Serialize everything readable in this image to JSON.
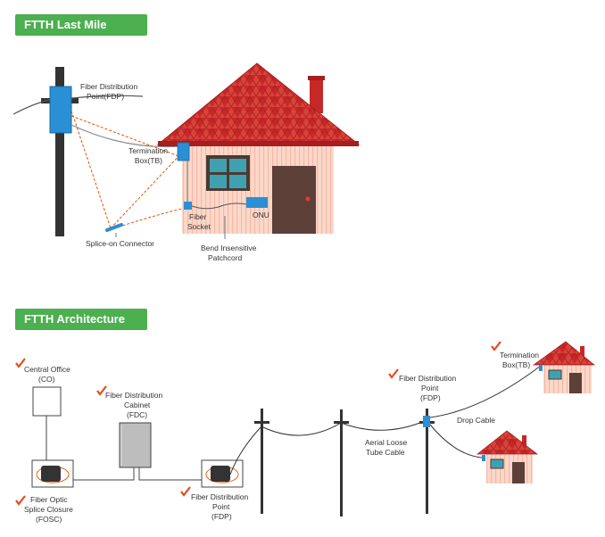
{
  "sections": {
    "last_mile_title": "FTTH Last Mile Design",
    "architecture_title": "FTTH Architecture"
  },
  "last_mile": {
    "fdp_line1": "Fiber Distribution",
    "fdp_line2": "Point(FDP)",
    "tb_line1": "Termination",
    "tb_line2": "Box(TB)",
    "socket_line1": "Fiber",
    "socket_line2": "Socket",
    "onu": "ONU",
    "connector": "Splice-on Connector",
    "patch_line1": "Bend Insensitive",
    "patch_line2": "Patchcord"
  },
  "architecture": {
    "co_line1": "Central Office",
    "co_line2": "(CO)",
    "fdc_line1": "Fiber Distribution",
    "fdc_line2": "Cabinet",
    "fdc_line3": "(FDC)",
    "fosc_line1": "Fiber Optic",
    "fosc_line2": "Splice Closure",
    "fosc_line3": "(FOSC)",
    "fdp_low_line1": "Fiber Distribution",
    "fdp_low_line2": "Point",
    "fdp_low_line3": "(FDP)",
    "aerial_line1": "Aerial Loose",
    "aerial_line2": "Tube Cable",
    "fdp_pole_line1": "Fiber Distribution",
    "fdp_pole_line2": "Point",
    "fdp_pole_line3": "(FDP)",
    "drop": "Drop Cable",
    "tb_line1": "Termination",
    "tb_line2": "Box(TB)"
  },
  "colors": {
    "banner": "#4caf50",
    "roof": "#c62828",
    "wall": "#fbd3c4",
    "door": "#5d4037",
    "fiber_blue": "#2b8fd6",
    "pole": "#333333",
    "fiber_orange": "#e65100",
    "check": "#e64a19"
  }
}
